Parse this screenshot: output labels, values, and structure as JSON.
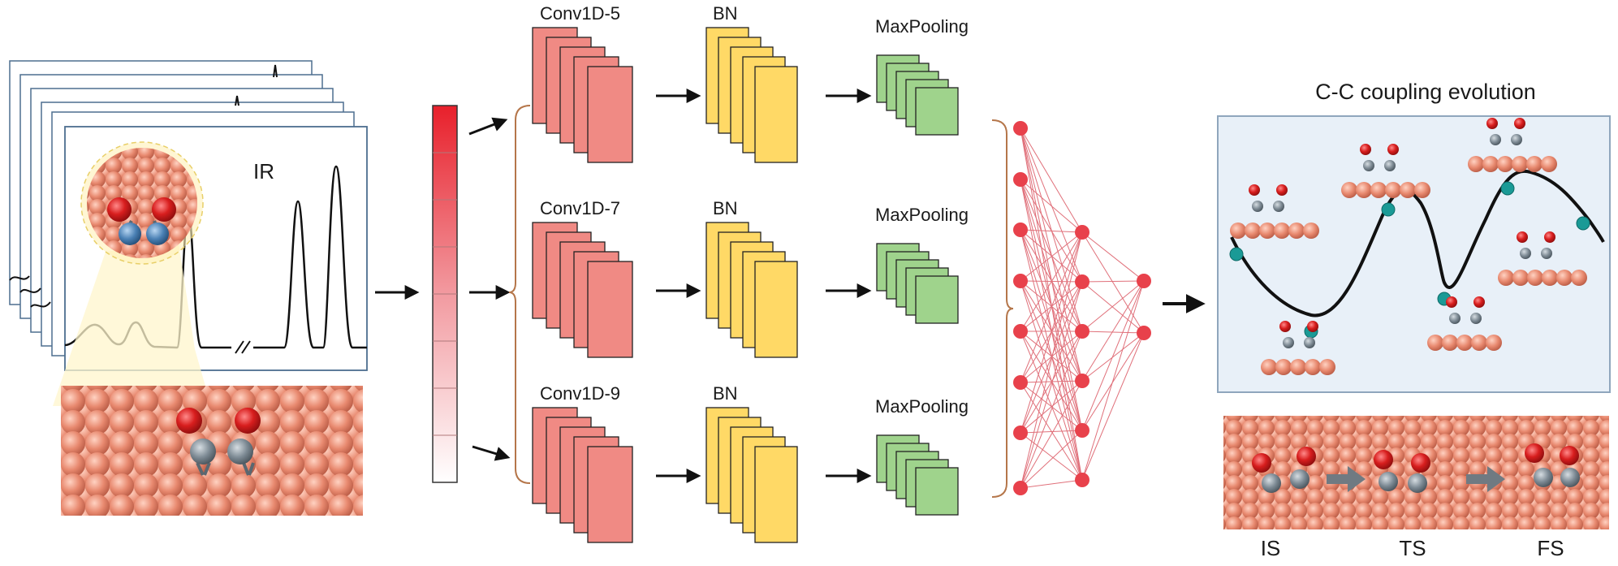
{
  "labels": {
    "ir": "IR",
    "branches": [
      {
        "conv": "Conv1D-5",
        "bn": "BN",
        "pool": "MaxPooling"
      },
      {
        "conv": "Conv1D-7",
        "bn": "BN",
        "pool": "MaxPooling"
      },
      {
        "conv": "Conv1D-9",
        "bn": "BN",
        "pool": "MaxPooling"
      }
    ],
    "evolution_title": "C-C coupling evolution",
    "states": [
      "IS",
      "TS",
      "FS"
    ]
  },
  "colors": {
    "conv": "#f08a84",
    "bn": "#ffd966",
    "pool": "#9fd38c",
    "node": "#e8414b",
    "edge": "#e0707a",
    "copper": "#e68d75",
    "oxygen": "#d81e1e",
    "carbon": "#7d8a94",
    "nitrogen": "#4a80b4",
    "panel_bg": "#e8f0f8",
    "path_point": "#1a9a96",
    "bracket": "#b5764a"
  },
  "network": {
    "layer_sizes": [
      8,
      6,
      2
    ]
  },
  "feature_vector": {
    "cells": 8
  }
}
